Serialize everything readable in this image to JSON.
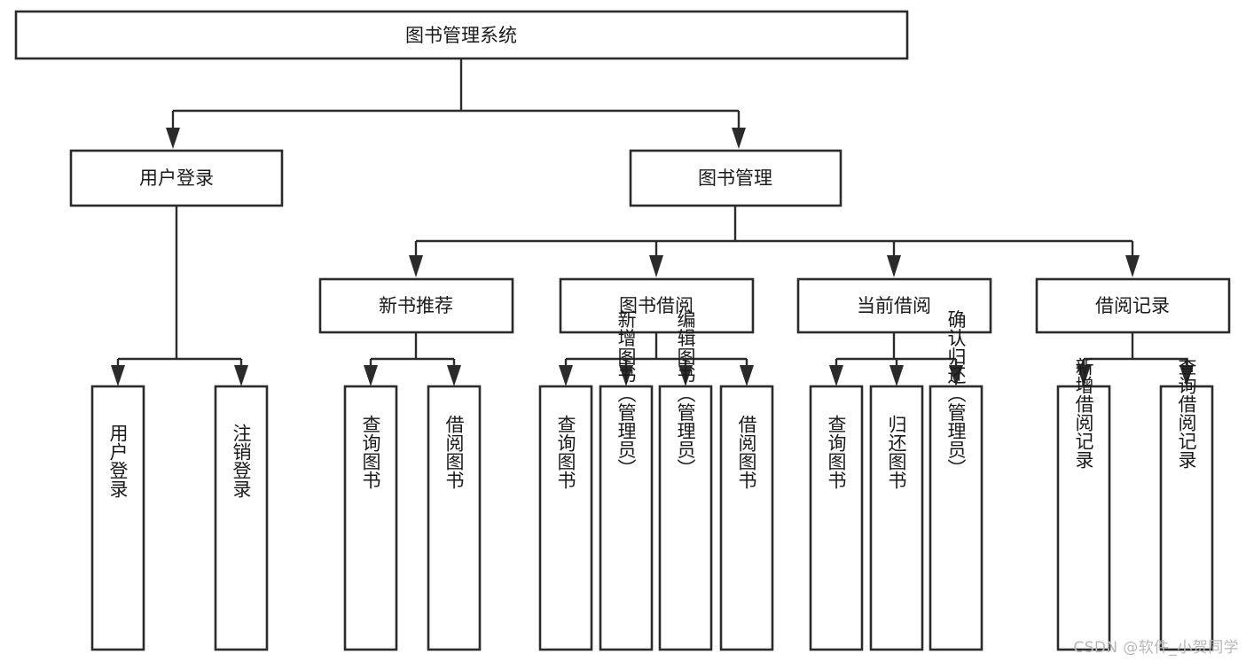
{
  "diagram": {
    "kind": "tree-structure-chart",
    "title": "图书管理系统",
    "watermark": "CSDN @软件_小贺同学",
    "colors": {
      "stroke": "#2b2b2b",
      "fill": "#ffffff",
      "text": "#1a1a1a",
      "watermark": "#b8b8b8",
      "background": "#ffffff"
    },
    "root": {
      "label": "图书管理系统"
    },
    "level2": [
      {
        "label": "用户登录"
      },
      {
        "label": "图书管理"
      }
    ],
    "level3": [
      {
        "label": "新书推荐"
      },
      {
        "label": "图书借阅"
      },
      {
        "label": "当前借阅"
      },
      {
        "label": "借阅记录"
      }
    ],
    "leaves": {
      "user_login": [
        {
          "label": "用户登录"
        },
        {
          "label": "注销登录"
        }
      ],
      "new_book_recommend": [
        {
          "label": "查询图书"
        },
        {
          "label": "借阅图书"
        }
      ],
      "book_borrow": [
        {
          "label": "查询图书"
        },
        {
          "label": "新增图书（管理员）"
        },
        {
          "label": "编辑图书（管理员）"
        },
        {
          "label": "借阅图书"
        }
      ],
      "current_borrow": [
        {
          "label": "查询图书"
        },
        {
          "label": "归还图书"
        },
        {
          "label": "确认归还（管理员）"
        }
      ],
      "borrow_record": [
        {
          "label": "新增借阅记录"
        },
        {
          "label": "查询借阅记录"
        }
      ]
    }
  }
}
